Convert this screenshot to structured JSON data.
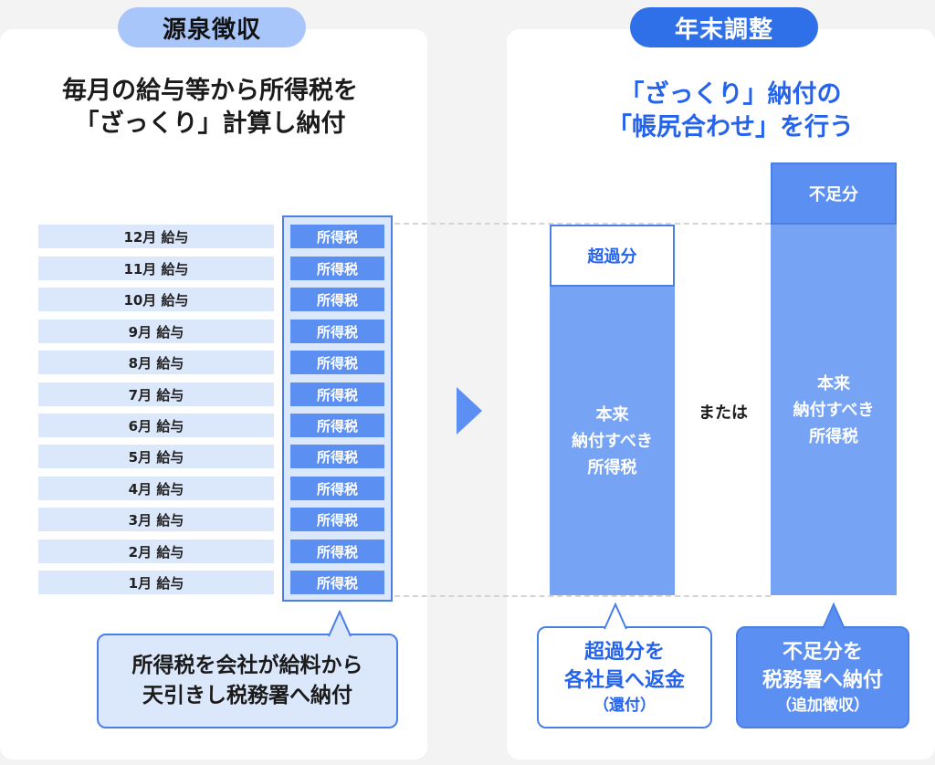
{
  "left": {
    "pill": "源泉徴収",
    "heading_line1": "毎月の給与等から所得税を",
    "heading_line2": "「ざっくり」計算し納付",
    "rows": [
      {
        "month": "12月 給与",
        "tax": "所得税"
      },
      {
        "month": "11月 給与",
        "tax": "所得税"
      },
      {
        "month": "10月 給与",
        "tax": "所得税"
      },
      {
        "month": "9月 給与",
        "tax": "所得税"
      },
      {
        "month": "8月 給与",
        "tax": "所得税"
      },
      {
        "month": "7月 給与",
        "tax": "所得税"
      },
      {
        "month": "6月 給与",
        "tax": "所得税"
      },
      {
        "month": "5月 給与",
        "tax": "所得税"
      },
      {
        "month": "4月 給与",
        "tax": "所得税"
      },
      {
        "month": "3月 給与",
        "tax": "所得税"
      },
      {
        "month": "2月 給与",
        "tax": "所得税"
      },
      {
        "month": "1月 給与",
        "tax": "所得税"
      }
    ],
    "bubble_line1": "所得税を会社が給料から",
    "bubble_line2": "天引きし税務署へ納付"
  },
  "right": {
    "pill": "年末調整",
    "heading_line1": "「ざっくり」納付の",
    "heading_line2": "「帳尻合わせ」を行う",
    "excess_label": "超過分",
    "shortage_label": "不足分",
    "bar_line1": "本来",
    "bar_line2": "納付すべき",
    "bar_line3": "所得税",
    "or_label": "または",
    "refund_bubble": {
      "line1": "超過分を",
      "line2": "各社員へ返金",
      "sub": "（還付）"
    },
    "shortage_bubble": {
      "line1": "不足分を",
      "line2": "税務署へ納付",
      "sub": "（追加徴収）"
    }
  },
  "colors": {
    "accent": "#2f6fe8",
    "light_blue": "#dbe7fb",
    "mid_blue": "#5b8ff2",
    "bar_blue": "#77a3f4",
    "pill_light": "#a9c6fb"
  }
}
